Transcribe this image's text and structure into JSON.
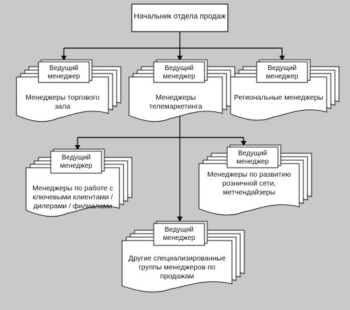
{
  "head": {
    "label": "Начальник отдела продаж"
  },
  "units": [
    {
      "id": "trade_floor",
      "lead_label": "Ведущий\nменеджер",
      "team_label": "Менеджеры торгового\nзала"
    },
    {
      "id": "telemarketing",
      "lead_label": "Ведущий\nменеджер",
      "team_label": "Менеджеры\nтелемаркетинга"
    },
    {
      "id": "regional",
      "lead_label": "Ведущий\nменеджер",
      "team_label": "Региональные менеджеры"
    },
    {
      "id": "key_clients",
      "lead_label": "Ведущий\nменеджер",
      "team_label": "Менеджеры по работе с\nключевыми клиентами /\nдилерами / филиалами"
    },
    {
      "id": "retail_network",
      "lead_label": "Ведущий\nменеджер",
      "team_label": "Менеджеры по развитию\nрозничной сети,\nметчендайзеры"
    },
    {
      "id": "specialized",
      "lead_label": "Ведущий\nменеджер",
      "team_label": "Другие специализированные\nгруппы менеджеров по\nпродажам"
    }
  ],
  "colors": {
    "background": "#c9c9c9",
    "box_fill": "#ffffff",
    "stroke": "#111111"
  }
}
